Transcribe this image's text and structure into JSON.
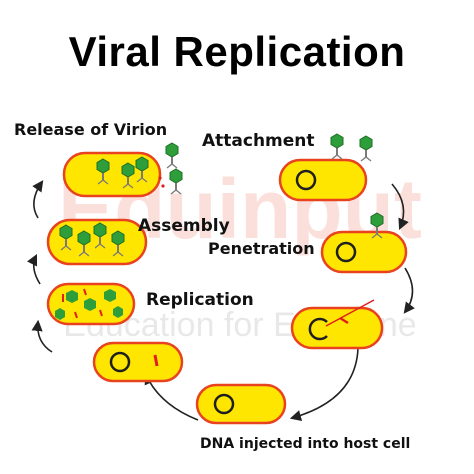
{
  "title": "Viral Replication",
  "steps": {
    "release": "Release of Virion",
    "attachment": "Attachment",
    "assembly": "Assembly",
    "penetration": "Penetration",
    "replication": "Replication",
    "dna_injected": "DNA injected into host cell"
  },
  "watermark": {
    "brand": "Eduinput",
    "tagline": "Education for Everyone"
  },
  "colors": {
    "cell_fill": "#FFE600",
    "cell_border": "#E8421E",
    "nucleoid": "#1F1F1F",
    "virus_green": "#2E9E3A",
    "virus_gray": "#8A8A8A",
    "viral_dna": "#E0201E",
    "arrow": "#222222"
  }
}
